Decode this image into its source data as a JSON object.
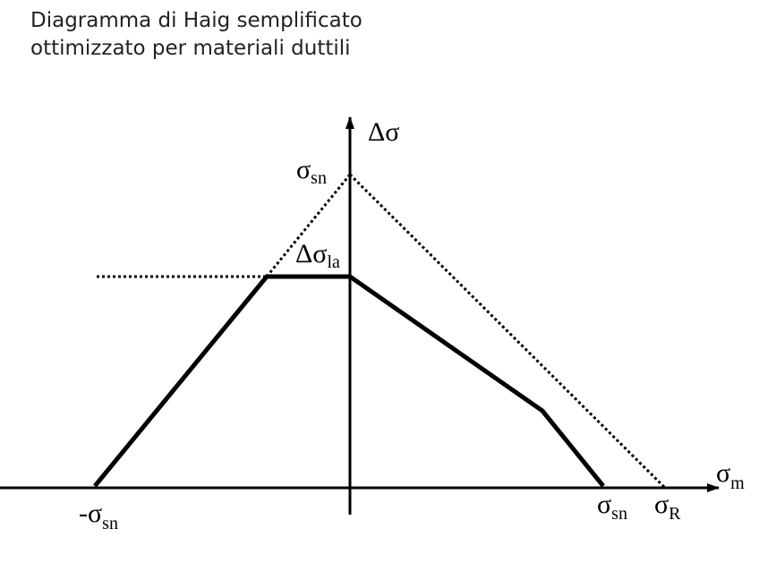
{
  "title": {
    "line1": "Diagramma di Haig semplificato",
    "line2": "ottimizzato per materiali duttili"
  },
  "axes": {
    "y_label": "Δσ",
    "x_label": {
      "main": "σ",
      "sub": "m"
    }
  },
  "labels": {
    "top_dotted": {
      "main": "σ",
      "sub": "sn"
    },
    "plateau": {
      "main": "Δσ",
      "sub": "la"
    },
    "left_x": {
      "main": "-σ",
      "sub": "sn"
    },
    "right_x": {
      "main": "σ",
      "sub": "sn"
    },
    "rupture_x": {
      "main": "σ",
      "sub": "R"
    }
  },
  "colors": {
    "line": "#000000",
    "title": "#222222"
  }
}
